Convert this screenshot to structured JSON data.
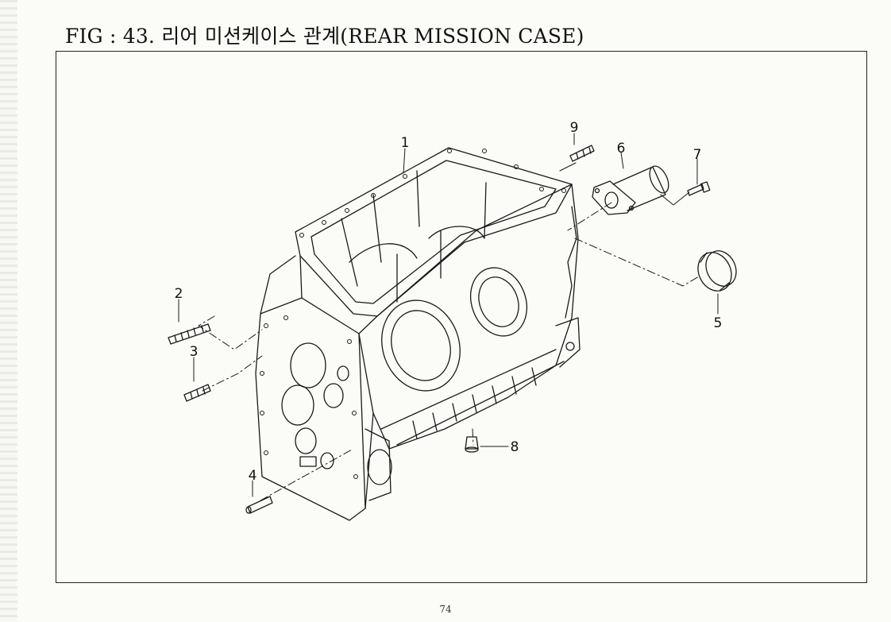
{
  "figure": {
    "title": "FIG : 43. 리어 미션케이스 관계(REAR MISSION CASE)"
  },
  "callouts": [
    {
      "id": "1",
      "label": "1"
    },
    {
      "id": "2",
      "label": "2"
    },
    {
      "id": "3",
      "label": "3"
    },
    {
      "id": "4",
      "label": "4"
    },
    {
      "id": "5",
      "label": "5"
    },
    {
      "id": "6",
      "label": "6"
    },
    {
      "id": "7",
      "label": "7"
    },
    {
      "id": "8",
      "label": "8"
    },
    {
      "id": "9",
      "label": "9"
    }
  ],
  "page": {
    "number": "74"
  }
}
